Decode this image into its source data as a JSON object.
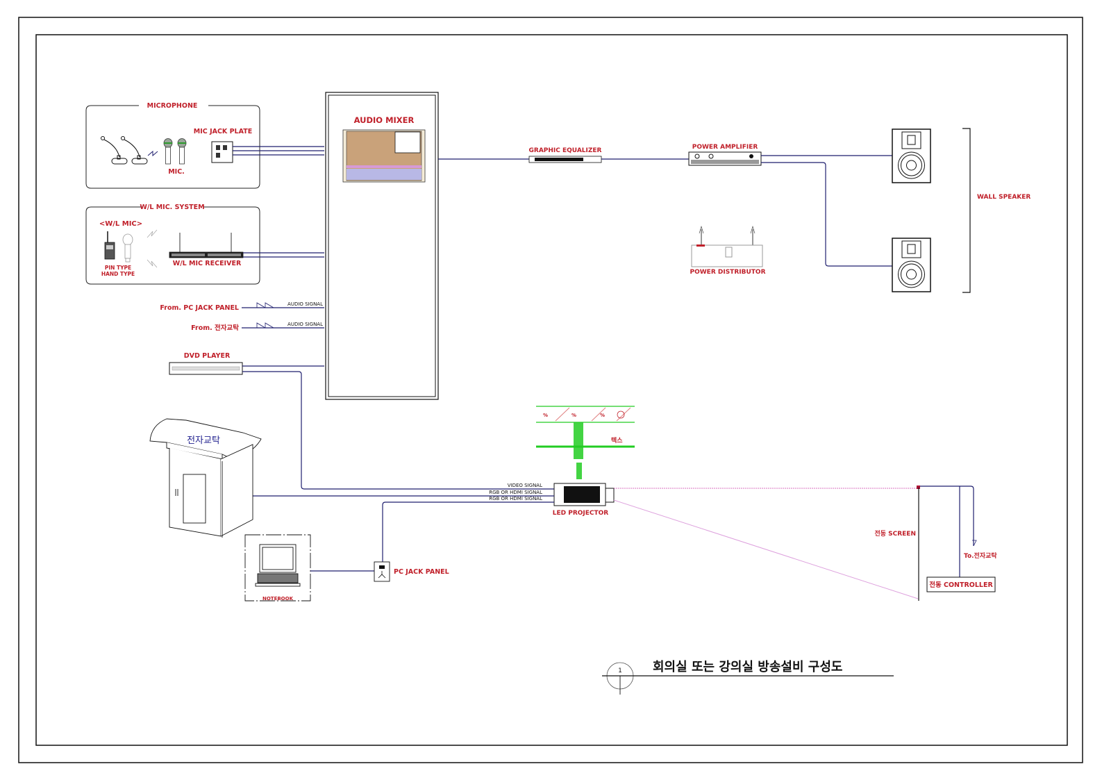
{
  "title": "회의실 또는 강의실 방송설비 구성도",
  "title_marker": "1",
  "colors": {
    "label": "#c0202a",
    "wire": "#1f1f6e",
    "frame": "#111111",
    "ceiling": "#22cc22",
    "projection": "#cc66cc"
  },
  "groups": {
    "microphone": {
      "title": "MICROPHONE",
      "jack_plate": "MIC JACK PLATE",
      "mic_label": "MIC."
    },
    "wireless": {
      "title": "W/L MIC. SYSTEM",
      "wl_mic": "<W/L MIC>",
      "pin_type": "PIN TYPE",
      "hand_type": "HAND TYPE",
      "receiver": "W/L MIC RECEIVER"
    }
  },
  "sources": {
    "pc_jack_panel_in": "From. PC JACK PANEL",
    "podium_in": "From. 전자교탁",
    "audio_signal": "AUDIO SIGNAL",
    "dvd_player": "DVD PLAYER"
  },
  "mixer": {
    "label": "AUDIO MIXER"
  },
  "chain": {
    "equalizer": "GRAPHIC EQUALIZER",
    "amplifier": "POWER AMPLIFIER",
    "distributor": "POWER DISTRIBUTOR",
    "wall_speaker": "WALL SPEAKER"
  },
  "video": {
    "podium": "전자교탁",
    "notebook": "NOTEBOOK",
    "pc_jack_panel": "PC JACK PANEL",
    "ceiling": "텍스",
    "signals": [
      "VIDEO SIGNAL",
      "RGB OR HDMI SIGNAL",
      "RGB OR HDMI SIGNAL"
    ],
    "projector": "LED PROJECTOR",
    "screen": "전동 SCREEN",
    "to_podium": "To.전자교탁",
    "controller": "전동 CONTROLLER"
  }
}
